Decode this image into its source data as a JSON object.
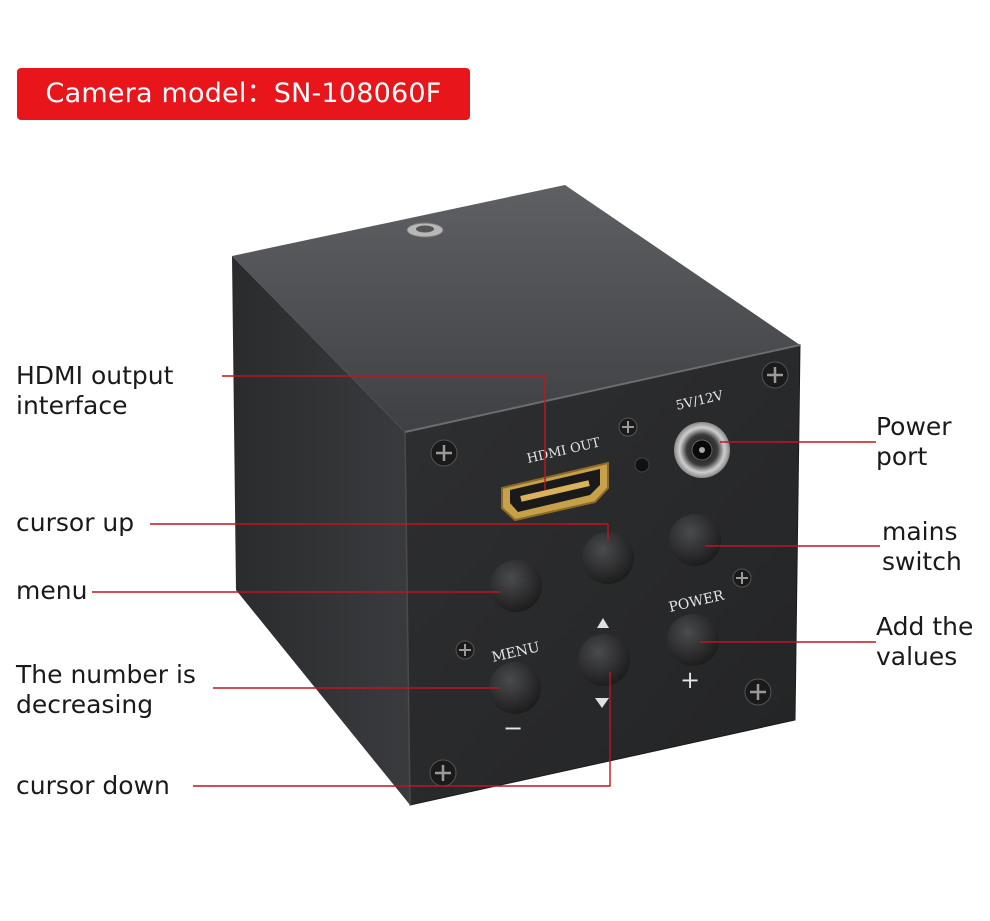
{
  "banner": {
    "text": "Camera model：SN-108060F",
    "color": "#e8151b"
  },
  "callouts": {
    "hdmi": "HDMI output\ninterface",
    "cursor_up": "cursor up",
    "menu": "menu",
    "decrease": "The number is\ndecreasing",
    "cursor_down": "cursor down",
    "power_port": "Power\nport",
    "mains_switch": "mains\nswitch",
    "add_values": "Add the\nvalues"
  },
  "panel": {
    "hdmi_label": "HDMI OUT",
    "dc_label": "5V/12V",
    "power_label": "POWER",
    "menu_label": "MENU",
    "plus": "+",
    "minus": "−"
  },
  "icons": [
    "screw-icon",
    "up-arrow-icon",
    "down-arrow-icon"
  ]
}
